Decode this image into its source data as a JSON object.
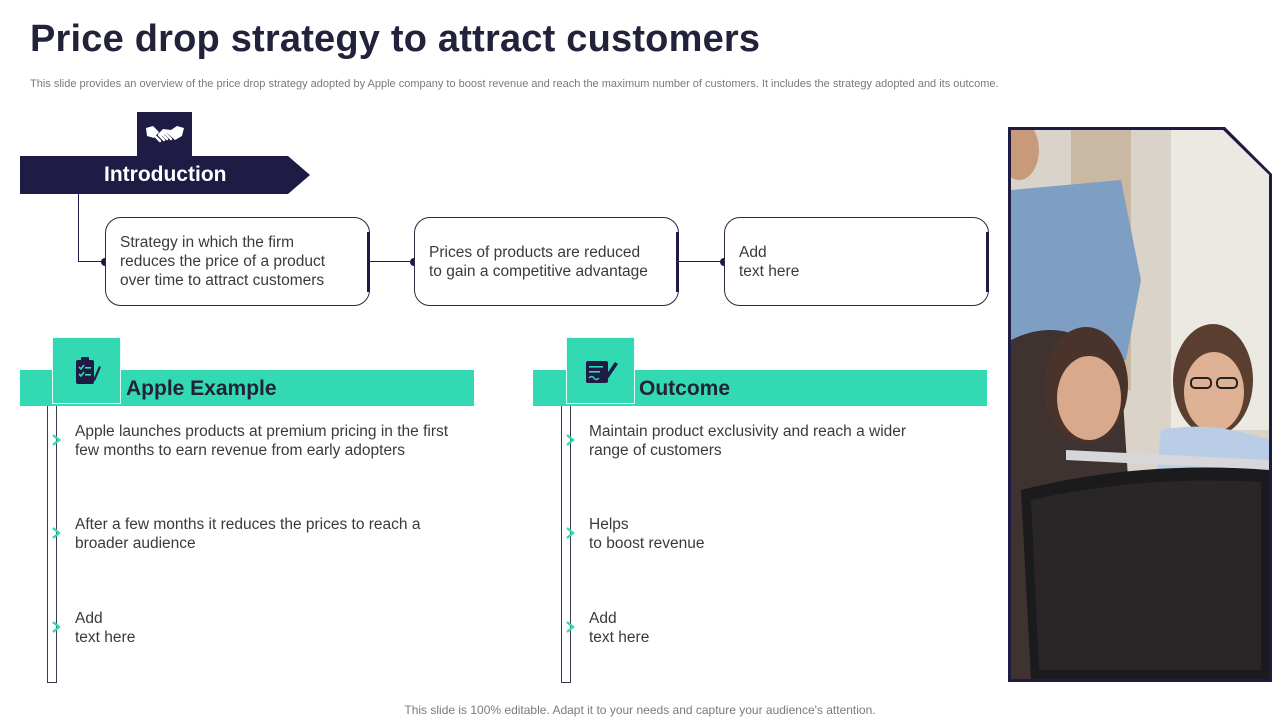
{
  "title": "Price drop strategy to attract customers",
  "subtitle": "This slide provides an overview of the price drop strategy adopted by Apple company to boost revenue and reach the maximum number of customers. It includes the strategy adopted and its outcome.",
  "introduction": {
    "label": "Introduction",
    "icon": "handshake-icon",
    "steps": [
      "Strategy in which the firm\nreduces the price of a product\nover time to attract customers",
      "Prices of products are reduced\nto gain a competitive advantage",
      "Add\ntext here"
    ]
  },
  "apple_example": {
    "title": "Apple Example",
    "icon": "clipboard-checklist-icon",
    "items": [
      "Apple launches products at premium pricing in the first\nfew months to earn revenue from early adopters",
      "After a few months  it reduces the prices to reach a\nbroader audience",
      "Add\ntext here"
    ]
  },
  "outcome": {
    "title": "Outcome",
    "icon": "document-pen-icon",
    "items": [
      "Maintain product exclusivity  and reach a wider\nrange of customers",
      "Helps\nto boost revenue",
      "Add\ntext here"
    ]
  },
  "footer": "This slide is 100% editable. Adapt it to your needs and capture your audience's attention.",
  "colors": {
    "navy": "#1e1b45",
    "teal": "#33d9b2"
  }
}
